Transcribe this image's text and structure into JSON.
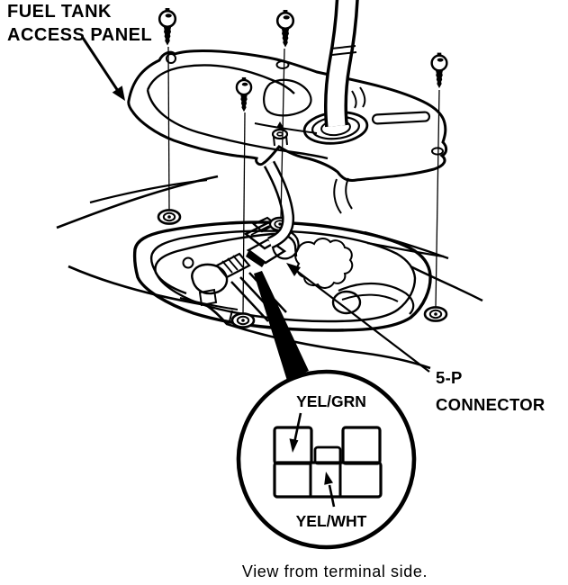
{
  "figure": {
    "type": "exploded-parts-diagram",
    "labels": {
      "panel_line1": "FUEL TANK",
      "panel_line2": "ACCESS PANEL",
      "connector_line1": "5-P",
      "connector_line2": "CONNECTOR"
    },
    "inset": {
      "wire_top": "YEL/GRN",
      "wire_bottom": "YEL/WHT",
      "caption": "View from terminal side.",
      "terminal_layout": "2 upper cavities + small center key + 3 lower cavities"
    },
    "screw_count": 4,
    "colors": {
      "ink": "#000000",
      "paper": "#ffffff"
    }
  }
}
